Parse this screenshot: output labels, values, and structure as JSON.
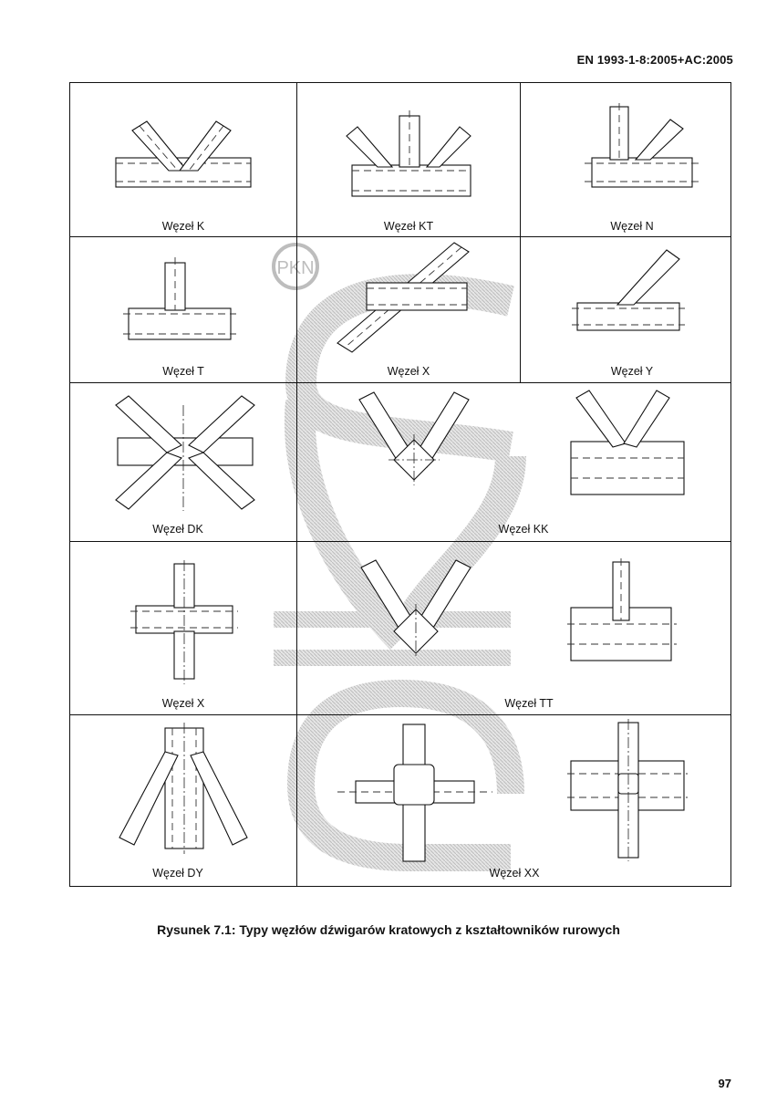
{
  "header": {
    "standard": "EN 1993-1-8:2005+AC:2005"
  },
  "figure": {
    "joints": [
      {
        "label": "Węzeł K"
      },
      {
        "label": "Węzeł KT"
      },
      {
        "label": "Węzeł N"
      },
      {
        "label": "Węzeł T"
      },
      {
        "label": "Węzeł X"
      },
      {
        "label": "Węzeł Y"
      },
      {
        "label": "Węzeł DK"
      },
      {
        "label": "Węzeł KK"
      },
      {
        "label": "Węzeł X"
      },
      {
        "label": "Węzeł TT"
      },
      {
        "label": "Węzeł DY"
      },
      {
        "label": "Węzeł XX"
      }
    ],
    "caption": "Rysunek 7.1: Typy węzłów dźwigarów kratowych z kształtowników rurowych"
  },
  "footer": {
    "page_number": "97"
  },
  "colors": {
    "ink": "#111111",
    "watermark": "#c8c8c8"
  },
  "watermark": {
    "logo_text": "PKN"
  }
}
